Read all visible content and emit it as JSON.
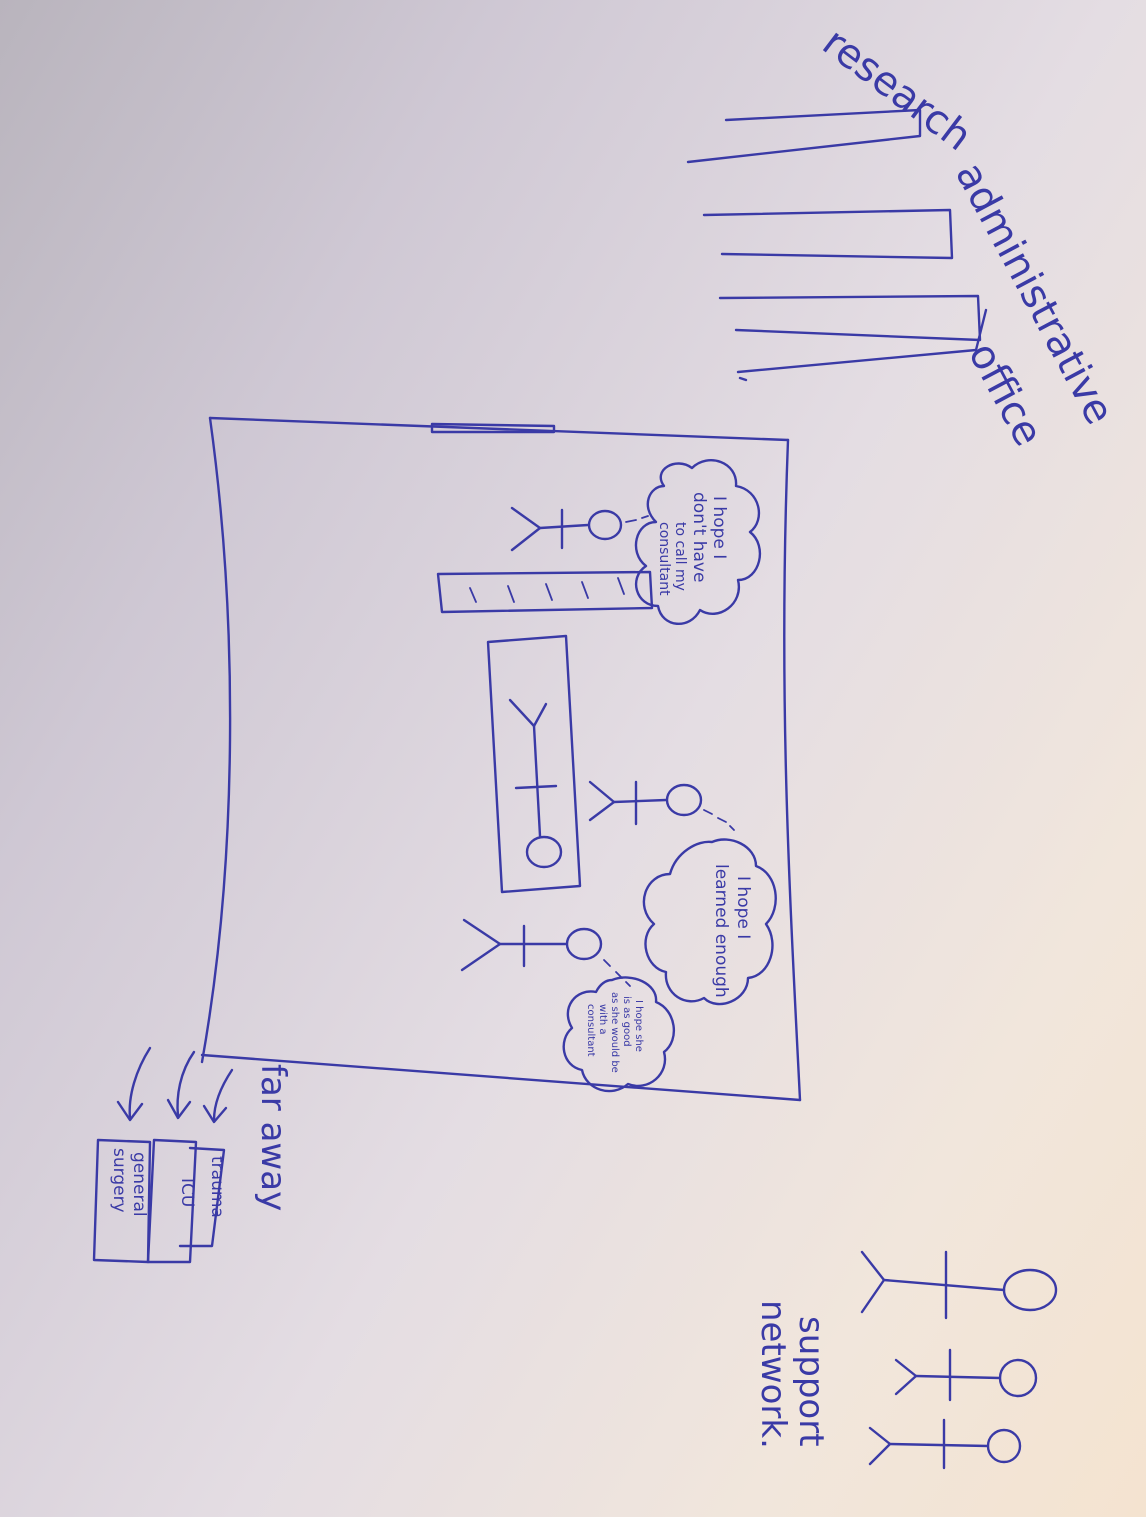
{
  "labels": {
    "research": "research",
    "administrative": "administrative",
    "office": "office",
    "far_away": "far away",
    "trauma": "trauma",
    "icu": "ICU",
    "general_surgery_1": "general",
    "general_surgery_2": "surgery",
    "support": "support",
    "network": "network."
  },
  "thoughts": {
    "top_1": "I hope I",
    "top_2": "don't have",
    "top_3": "to call my",
    "top_4": "consultant",
    "middle_1": "I hope I",
    "middle_2": "learned enough",
    "bottom_1": "I hope she",
    "bottom_2": "is as good",
    "bottom_3": "as she would be",
    "bottom_4": "with a",
    "bottom_5": "consultant"
  },
  "colors": {
    "ink": "#3a3aa6"
  }
}
